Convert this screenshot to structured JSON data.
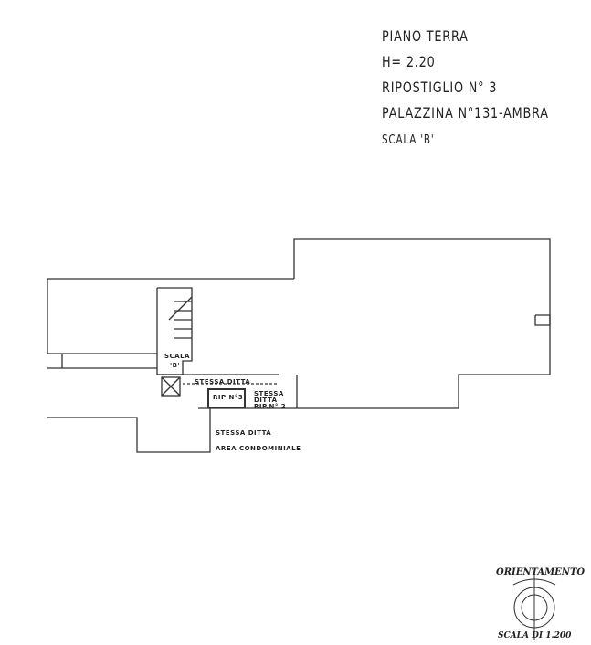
{
  "header": {
    "floor": "PIANO TERRA",
    "height": "H= 2.20",
    "unit": "RIPOSTIGLIO N° 3",
    "building": "PALAZZINA N°131-AMBRA",
    "staircase": "SCALA 'B'"
  },
  "plan_labels": {
    "stair": "SCALA",
    "stair_letter": "'B'",
    "same_owner_top": "STESSA DITTA",
    "rip3": "RIP N°3",
    "same_owner_rip2_line1": "STESSA",
    "same_owner_rip2_line2": "DITTA",
    "same_owner_rip2_line3": "RIP.N° 2",
    "same_owner_bottom": "STESSA DITTA",
    "common_area": "AREA CONDOMINIALE"
  },
  "orientation": {
    "label": "ORIENTAMENTO",
    "scale": "SCALA DI 1.200"
  }
}
